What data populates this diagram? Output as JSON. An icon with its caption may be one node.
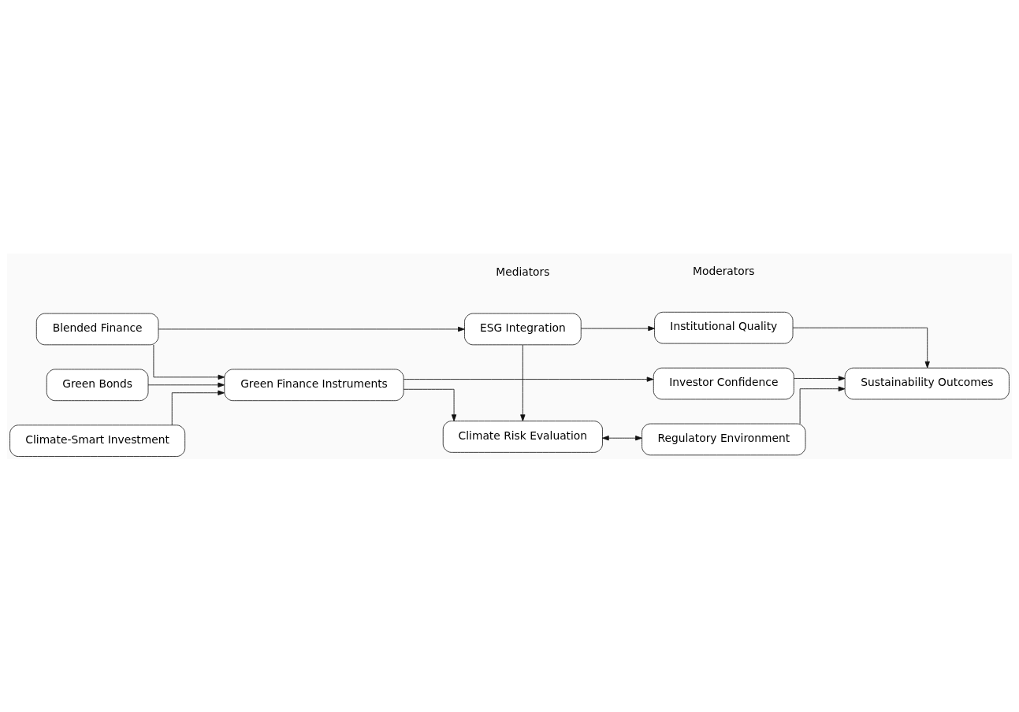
{
  "diagram": {
    "nodes": [
      {
        "text": [
          "Green Bonds"
        ]
      },
      {
        "text": [
          "Blended Finance"
        ]
      },
      {
        "text": [
          "Climate-Smart Investment"
        ]
      },
      {
        "text": [
          "Green Finance Instruments"
        ]
      },
      {
        "text": [
          "ESG Integration"
        ]
      },
      {
        "text": [
          "Institutional Quality"
        ]
      },
      {
        "text": [
          "Regulatory Environment"
        ]
      },
      {
        "text": [
          "Investor Confidence"
        ]
      },
      {
        "text": [
          "Climate Risk Evaluation"
        ]
      },
      {
        "text": [
          "Sustainability Outcomes"
        ]
      }
    ],
    "edges": [
      {
        "from": 0,
        "to": 3,
        "arrow": "to"
      },
      {
        "from": 1,
        "to": 3,
        "arrow": "to"
      },
      {
        "from": 2,
        "to": 3,
        "arrow": "to"
      },
      {
        "from": 1,
        "to": 4,
        "arrow": "to"
      },
      {
        "from": 4,
        "to": 5,
        "arrow": "to"
      },
      {
        "from": 4,
        "to": 8,
        "arrow": "to"
      },
      {
        "from": 8,
        "to": 6,
        "arrow": "both"
      },
      {
        "from": 3,
        "to": 7,
        "arrow": "to"
      },
      {
        "from": 3,
        "to": 8,
        "arrow": "to"
      },
      {
        "from": 5,
        "to": 9,
        "arrow": "to"
      },
      {
        "from": 6,
        "to": 9,
        "arrow": "to"
      },
      {
        "from": 7,
        "to": 9,
        "arrow": "to"
      }
    ],
    "labels": [
      "Mediators",
      "Moderators"
    ]
  }
}
